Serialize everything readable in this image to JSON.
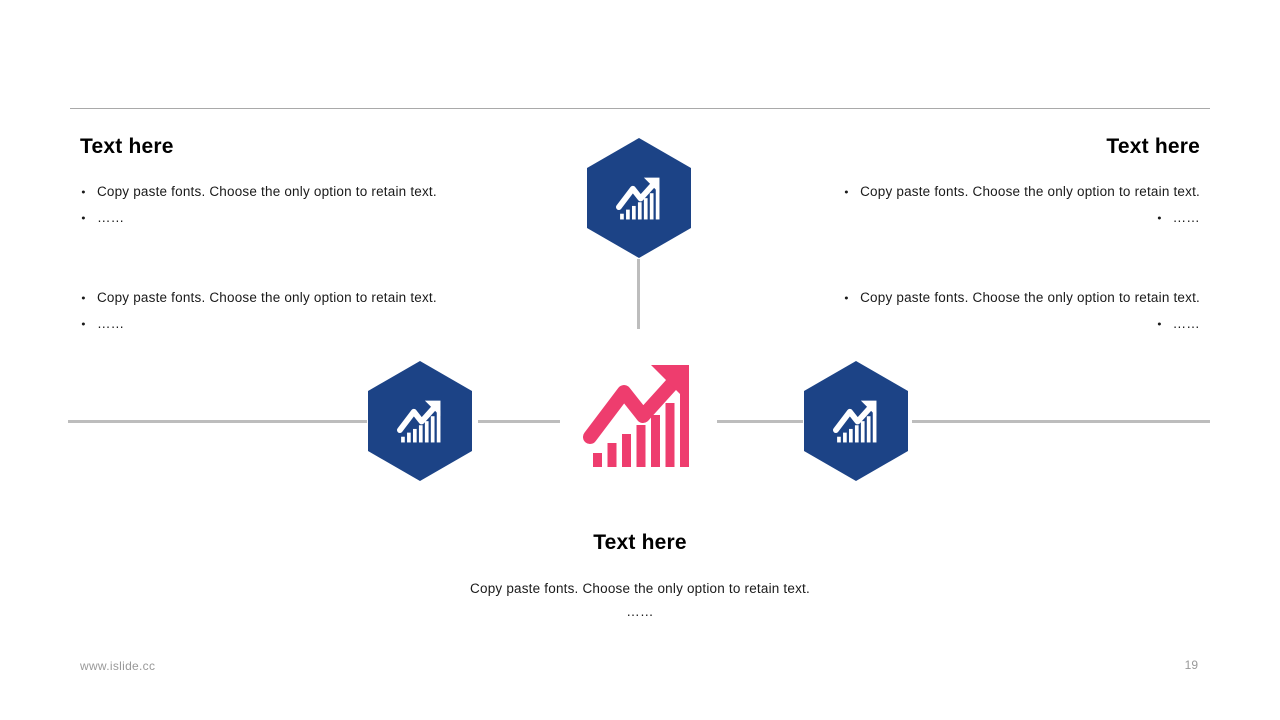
{
  "page": {
    "bullet_char": "•"
  },
  "colors": {
    "hexagon_blue": "#1C4386",
    "accent_pink": "#EE3D6E",
    "connector_gray": "#BDBDBD",
    "divider_gray": "#A9A9A9",
    "footer_gray": "#999999"
  },
  "left_column": {
    "title": "Text here",
    "bullets": [
      "Copy paste fonts. Choose the only option to retain text.",
      "……",
      "Copy paste fonts. Choose the only option to retain text.",
      "……"
    ]
  },
  "right_column": {
    "title": "Text here",
    "bullets": [
      "Copy paste fonts. Choose the only option to retain text.",
      "……",
      "Copy paste fonts. Choose the only option to retain text.",
      "……"
    ]
  },
  "bottom_center": {
    "title": "Text here",
    "line1": "Copy paste fonts. Choose the only option to retain text.",
    "line2": "……"
  },
  "icons": {
    "hexagon_icon": "growth-bar-chart-arrow-icon",
    "center_icon": "growth-bar-chart-arrow-icon"
  },
  "footer": {
    "site_url": "www.islide.cc",
    "page_number": "19"
  }
}
